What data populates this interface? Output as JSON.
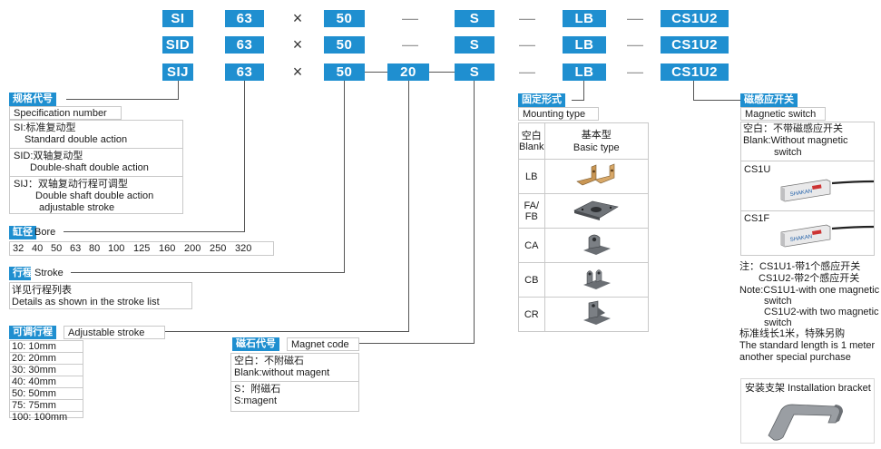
{
  "code_rows": [
    {
      "model": "SI",
      "bore": "63",
      "times": "×",
      "stroke": "50",
      "dash1": "—",
      "mount": "S",
      "dash2": "—",
      "mount2": "LB",
      "dash3": "—",
      "switch": "CS1U2"
    },
    {
      "model": "SID",
      "bore": "63",
      "times": "×",
      "stroke": "50",
      "dash1": "—",
      "mount": "S",
      "dash2": "—",
      "mount2": "LB",
      "dash3": "—",
      "switch": "CS1U2"
    },
    {
      "model": "SIJ",
      "bore": "63",
      "times": "×",
      "stroke": "50",
      "adj": "20",
      "mount": "S",
      "dash2": "—",
      "mount2": "LB",
      "dash3": "—",
      "switch": "CS1U2"
    }
  ],
  "spec": {
    "title": "规格代号",
    "subtitle": "Specification number",
    "items": [
      {
        "l1": "SI:标准复动型",
        "l2": "Standard double action"
      },
      {
        "l1": "SID:双轴复动型",
        "l2": "Double-shaft double action"
      },
      {
        "l1": "SIJ：双轴复动行程可调型",
        "l2": "Double shaft double action",
        "l3": "adjustable stroke"
      }
    ]
  },
  "bore": {
    "title": "缸径",
    "subtitle": "Bore",
    "values": [
      "32",
      "40",
      "50",
      "63",
      "80",
      "100",
      "125",
      "160",
      "200",
      "250",
      "320"
    ]
  },
  "stroke": {
    "title": "行程",
    "subtitle": "Stroke",
    "l1": "详见行程列表",
    "l2": "Details as shown in the stroke list"
  },
  "adjustable": {
    "title": "可调行程",
    "subtitle": "Adjustable stroke",
    "items": [
      "10:  10mm",
      "20:  20mm",
      "30:  30mm",
      "40:  40mm",
      "50:  50mm",
      "75:  75mm",
      "100:  100mm"
    ]
  },
  "magnet": {
    "title": "磁石代号",
    "subtitle": "Magnet code",
    "l1": "空白：不附磁石",
    "l2": "Blank:without magent",
    "l3": "S：附磁石",
    "l4": "S:magent"
  },
  "mounting": {
    "title": "固定形式",
    "subtitle": "Mounting type",
    "header_code": "空白\nBlank",
    "header_type_cn": "基本型",
    "header_type_en": "Basic type",
    "rows": [
      {
        "code": "LB",
        "icon": "foot-bracket-icon"
      },
      {
        "code": "FA/\nFB",
        "icon": "flange-plate-icon"
      },
      {
        "code": "CA",
        "icon": "clevis-ca-icon"
      },
      {
        "code": "CB",
        "icon": "clevis-cb-icon"
      },
      {
        "code": "CR",
        "icon": "clevis-cr-icon"
      }
    ]
  },
  "switch": {
    "title": "磁感应开关",
    "subtitle": "Magnetic switch",
    "blank1": "空白：不带磁感应开关",
    "blank2": "Blank:Without magnetic",
    "blank3": "switch",
    "cs1u": "CS1U",
    "cs1f": "CS1F",
    "sensor_text": "SHAKAN",
    "note": [
      "注：CS1U1-带1个感应开关",
      "CS1U2-带2个感应开关",
      "Note:CS1U1-with one magnetic",
      "switch",
      "CS1U2-with two magnetic",
      "switch",
      "标准线长1米，特殊另购",
      "The standard length is 1 meter",
      "another special purchase"
    ],
    "bracket": "安装支架 Installation bracket"
  },
  "colors": {
    "accent": "#1f8fd0"
  }
}
